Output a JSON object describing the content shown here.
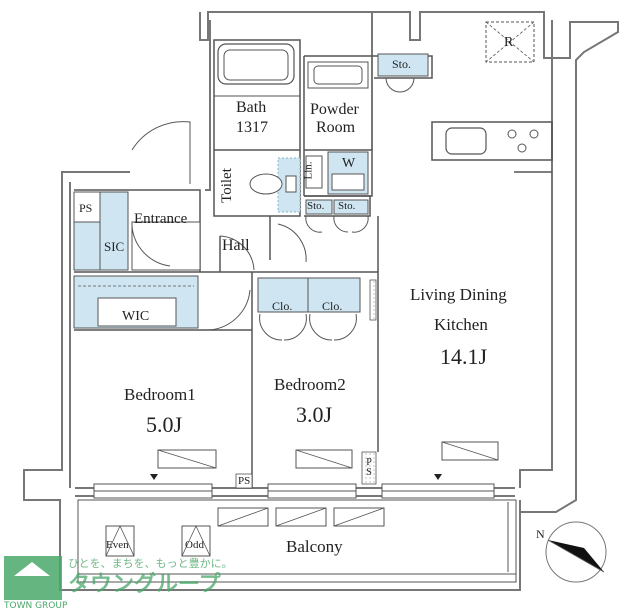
{
  "rooms": {
    "bath": {
      "name": "Bath",
      "size": "1317"
    },
    "powder_room": {
      "line1": "Powder",
      "line2": "Room"
    },
    "sto_top": "Sto.",
    "toilet": "Toilet",
    "lin": "Lin.",
    "w": "W",
    "sto_a": "Sto.",
    "sto_b": "Sto.",
    "ps_top": "PS",
    "sic": "SIC",
    "entrance": "Entrance",
    "hall": "Hall",
    "wic": "WIC",
    "clo_a": "Clo.",
    "clo_b": "Clo.",
    "r": "R",
    "ldk": {
      "line1": "Living Dining",
      "line2": "Kitchen",
      "size": "14.1J"
    },
    "bedroom1": {
      "name": "Bedroom1",
      "size": "5.0J"
    },
    "bedroom2": {
      "name": "Bedroom2",
      "size": "3.0J"
    },
    "ps_bottom_left": "PS",
    "ps_bottom_mid": "PS",
    "balcony": "Balcony",
    "even": "Even",
    "odd": "Odd",
    "north": "N"
  },
  "logo": {
    "tagline": "ひとを、まちを、もっと豊かに。",
    "brand_ja": "タウングループ",
    "brand_en": "TOWN GROUP"
  },
  "colors": {
    "fixture": "#cfe6f2",
    "wall": "#777777",
    "hatch": "#8ab4c9",
    "logo_green": "#4aa86a"
  }
}
